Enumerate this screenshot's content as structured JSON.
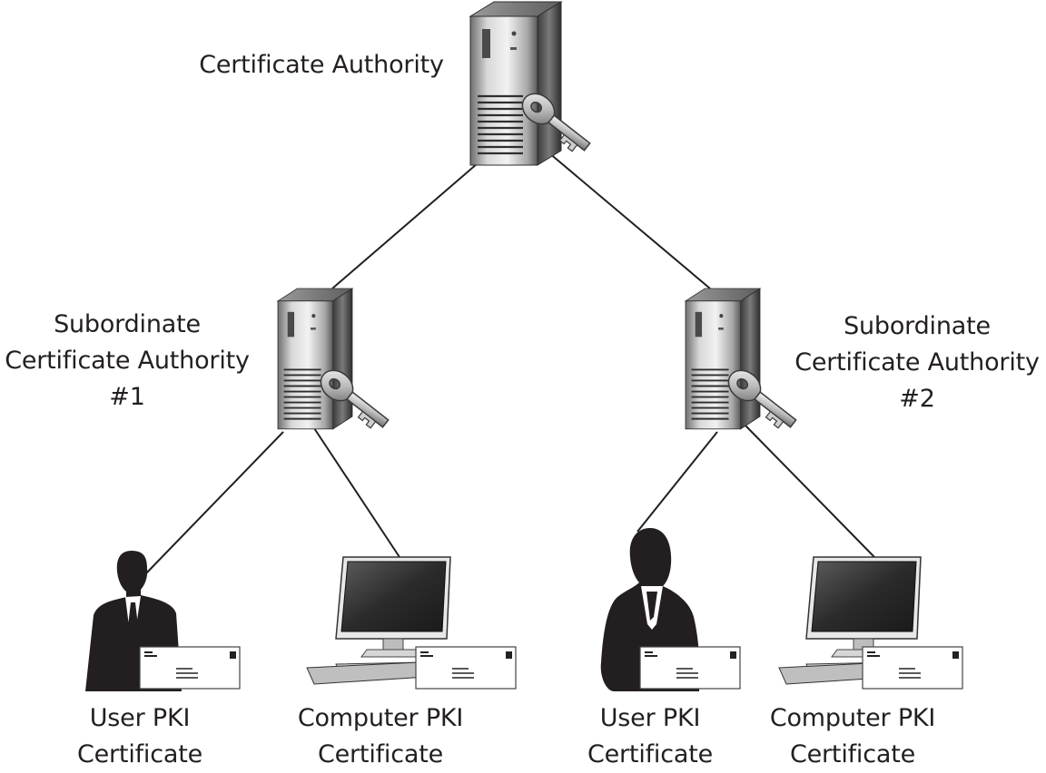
{
  "root": {
    "label": "Certificate Authority"
  },
  "subordinates": [
    {
      "line1": "Subordinate",
      "line2": "Certificate Authority",
      "line3": "#1"
    },
    {
      "line1": "Subordinate",
      "line2": "Certificate Authority",
      "line3": "#2"
    }
  ],
  "leaves": [
    {
      "line1": "User PKI",
      "line2": "Certificate"
    },
    {
      "line1": "Computer PKI",
      "line2": "Certificate"
    },
    {
      "line1": "User PKI",
      "line2": "Certificate"
    },
    {
      "line1": "Computer PKI",
      "line2": "Certificate"
    }
  ],
  "icons": [
    "server-icon",
    "key-icon",
    "businessman-icon",
    "businesswoman-icon",
    "desktop-computer-icon",
    "keyboard-icon",
    "envelope-icon"
  ]
}
